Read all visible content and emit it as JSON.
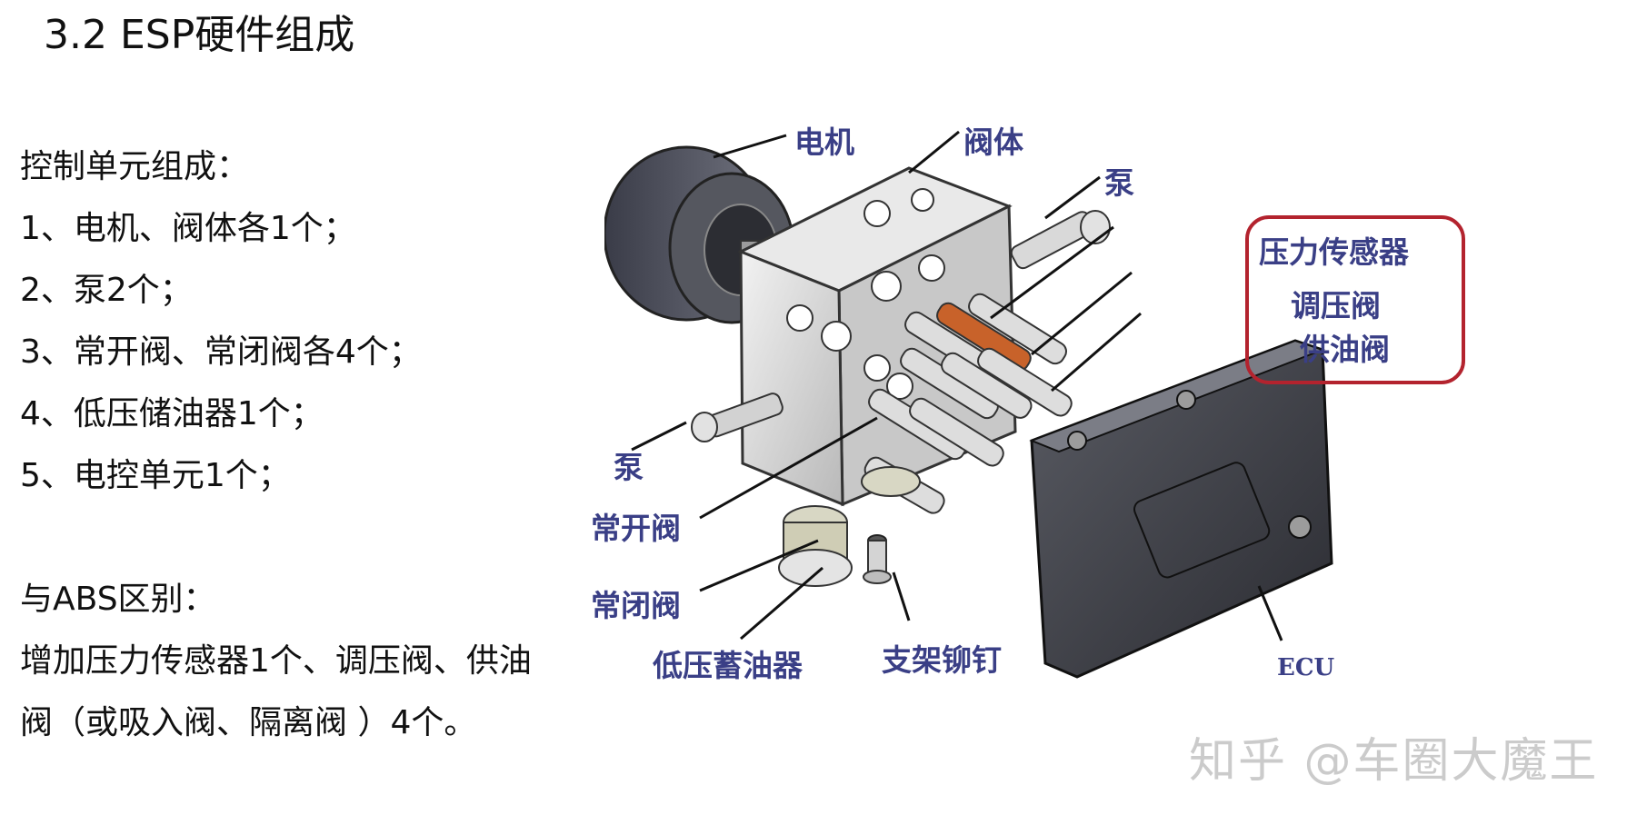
{
  "title": "3.2 ESP硬件组成",
  "left": {
    "control_heading": "控制单元组成：",
    "items": [
      "1、电机、阀体各1个；",
      "2、泵2个；",
      "3、常开阀、常闭阀各4个；",
      "4、低压储油器1个；",
      "5、电控单元1个；"
    ],
    "diff_heading": "与ABS区别：",
    "diff_lines": [
      "增加压力传感器1个、调压阀、供油",
      "阀（或吸入阀、隔离阀 ）4个。"
    ]
  },
  "diagram": {
    "labels": {
      "motor": "电机",
      "valve_body": "阀体",
      "pump_top": "泵",
      "pressure_sensor": "压力传感器",
      "regulating_valve": "调压阀",
      "supply_valve": "供油阀",
      "pump_left": "泵",
      "normally_open": "常开阀",
      "normally_closed": "常闭阀",
      "low_pressure_accumulator": "低压蓄油器",
      "bracket_rivet": "支架铆钉",
      "ecu": "ECU"
    },
    "highlight_color": "#b3232e"
  },
  "watermark": "知乎 @车圈大魔王"
}
